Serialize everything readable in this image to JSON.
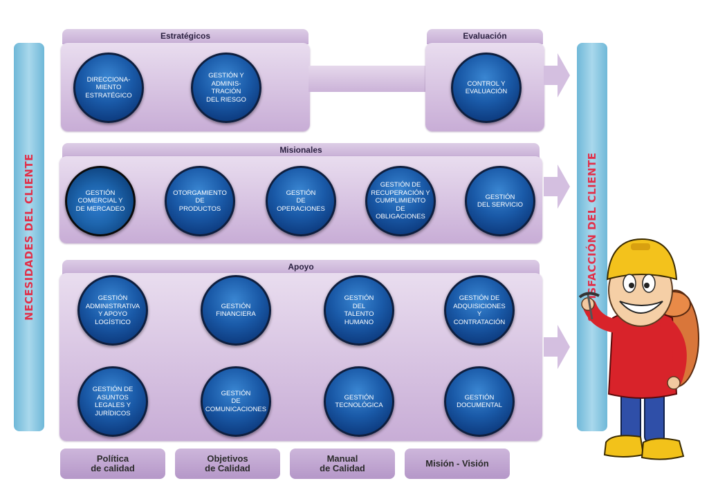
{
  "left_bar": {
    "label": "NECESIDADES DEL CLIENTE"
  },
  "right_bar": {
    "label": "SATISFACCIÓN DEL CLIENTE"
  },
  "groups": {
    "estrategicos": {
      "title": "Estratégicos",
      "items": [
        "DIRECCIONA-\nMIENTO\nESTRATÉGICO",
        "GESTIÓN Y\nADMINIS-\nTRACIÓN\nDEL RIESGO"
      ]
    },
    "evaluacion": {
      "title": "Evaluación",
      "items": [
        "CONTROL Y\nEVALUACIÓN"
      ]
    },
    "misionales": {
      "title": "Misionales",
      "items": [
        "GESTIÓN\nCOMERCIAL Y\nDE MERCADEO",
        "OTORGAMIENTO\nDE\nPRODUCTOS",
        "GESTIÓN\nDE\nOPERACIONES",
        "GESTIÓN DE\nRECUPERACIÓN Y\nCUMPLIMIENTO DE\nOBLIGACIONES",
        "GESTIÓN\nDEL SERVICIO"
      ]
    },
    "apoyo": {
      "title": "Apoyo",
      "items": [
        "GESTIÓN\nADMINISTRATIVA\nY APOYO\nLOGÍSTICO",
        "GESTIÓN\nFINANCIERA",
        "GESTIÓN\nDEL\nTALENTO\nHUMANO",
        "GESTIÓN DE\nADQUISICIONES\nY\nCONTRATACIÓN",
        "GESTIÓN DE\nASUNTOS\nLEGALES Y\nJURÍDICOS",
        "GESTIÓN\nDE\nCOMUNICACIONES",
        "GESTIÓN\nTECNOLÓGICA",
        "GESTIÓN\nDOCUMENTAL"
      ]
    }
  },
  "bottom_buttons": [
    "Política\nde calidad",
    "Objetivos\nde Calidad",
    "Manual\nde Calidad",
    "Misión - Visión"
  ],
  "colors": {
    "accent_text": "#e0304a",
    "side_bar": "#8fc8e2",
    "panel": "#d8c4e3",
    "circle": "#1a5aa8"
  }
}
